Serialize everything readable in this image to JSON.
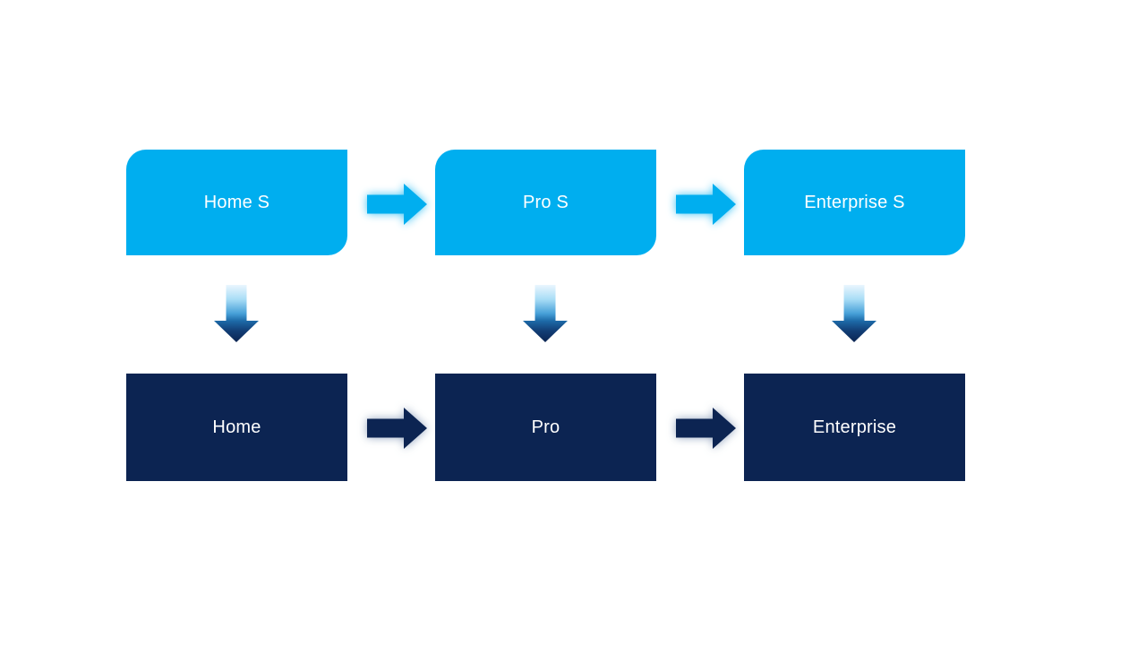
{
  "slide": {
    "background_color": "#ffffff",
    "rows": {
      "top": {
        "fill_color": "#00AEEF",
        "text_color": "#ffffff",
        "corner_style": "rounded-diagonal",
        "nodes": [
          {
            "label": "Home S"
          },
          {
            "label": "Pro S"
          },
          {
            "label": "Enterprise S"
          }
        ]
      },
      "bottom": {
        "fill_color": "#0C2452",
        "text_color": "#ffffff",
        "corner_style": "square",
        "nodes": [
          {
            "label": "Home"
          },
          {
            "label": "Pro"
          },
          {
            "label": "Enterprise"
          }
        ]
      }
    },
    "arrows": {
      "top_row_right": {
        "fill": "#00AEEF",
        "glow": "#00B0F0"
      },
      "bottom_row_right": {
        "fill": "#0C2452",
        "glow": "#8396B5"
      },
      "down": {
        "gradient": {
          "s0": "#EAF6FE",
          "s1": "#A9DDF6",
          "s2": "#47A0D8",
          "s3": "#1D6AA8",
          "s4": "#123E76",
          "s5": "#0B2451"
        }
      }
    }
  }
}
